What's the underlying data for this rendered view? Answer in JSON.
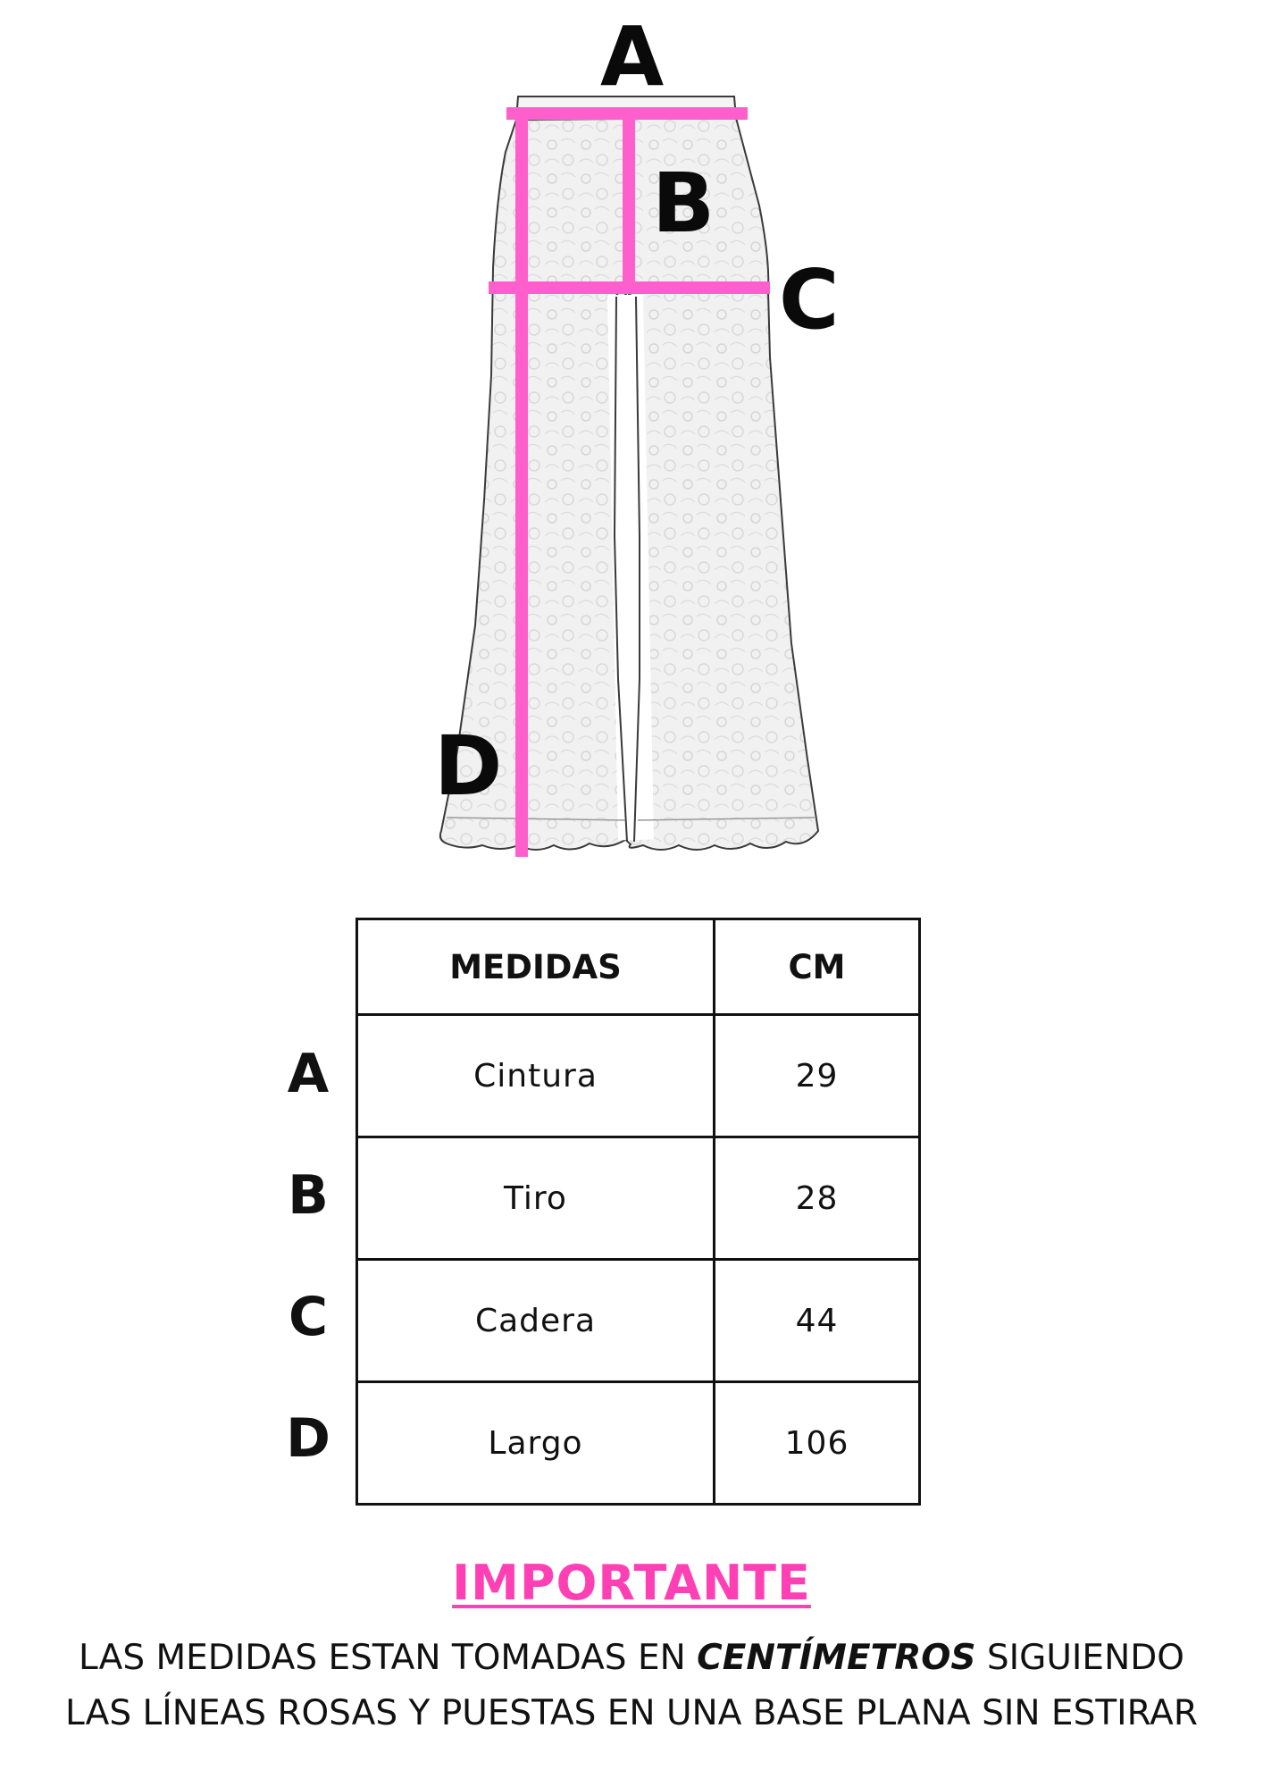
{
  "diagram": {
    "labels": {
      "a": "A",
      "b": "B",
      "c": "C",
      "d": "D"
    },
    "line_color": "#ff5fcc",
    "garment": "flared lace trousers"
  },
  "table": {
    "headers": {
      "measure": "MEDIDAS",
      "unit": "CM"
    },
    "rows": [
      {
        "key": "A",
        "measure": "Cintura",
        "value": "29"
      },
      {
        "key": "B",
        "measure": "Tiro",
        "value": "28"
      },
      {
        "key": "C",
        "measure": "Cadera",
        "value": "44"
      },
      {
        "key": "D",
        "measure": "Largo",
        "value": "106"
      }
    ]
  },
  "notice": {
    "title": "IMPORTANTE",
    "title_color": "#ff3fb4",
    "line1_pre": "LAS MEDIDAS ESTAN TOMADAS EN ",
    "line1_em": "CENTÍMETROS",
    "line1_post": " SIGUIENDO",
    "line2": "LAS LÍNEAS ROSAS Y PUESTAS EN UNA BASE PLANA SIN ESTIRAR"
  }
}
